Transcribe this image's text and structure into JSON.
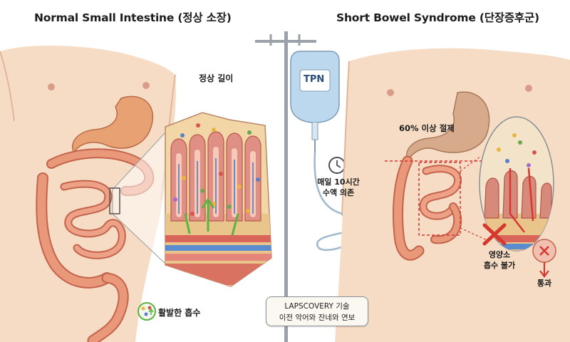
{
  "left_panel": {
    "title": "Normal Small Intestine (정상 소장)",
    "villi_label": "정상 길이",
    "absorption_label": "활발한 흡수"
  },
  "center": {
    "iv_bag_label": "TPN",
    "dependency_line1": "매일 10시간",
    "dependency_line2": "수액 의존",
    "callout_line1": "LAPSCOVERY 기술",
    "callout_line2": "이전 악어와 잔네와 연보"
  },
  "right_panel": {
    "title": "Short Bowel Syndrome (단장증후군)",
    "resection_label": "60% 이상 절제",
    "malabsorption_line1": "영양소",
    "malabsorption_line2": "흡수 불가",
    "passage_label": "통과"
  },
  "colors": {
    "skin": "#f6dcc4",
    "intestine": "#e9987a",
    "intestine_dark": "#c4634c",
    "stomach": "#e8a173",
    "villus": "#df8e82",
    "alert_red": "#d6372f",
    "iv_blue": "#bcd8ee"
  }
}
